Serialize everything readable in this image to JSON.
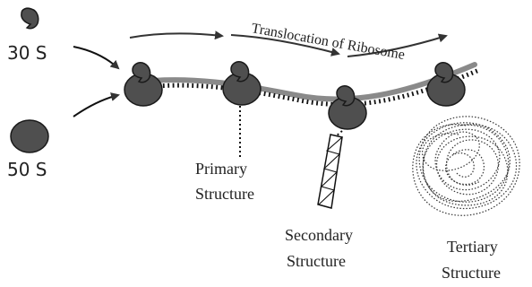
{
  "labels": {
    "small_subunit": "30 S",
    "large_subunit": "50 S",
    "translocation": "Translocation of Ribosome",
    "primary_line1": "Primary",
    "primary_line2": "Structure",
    "secondary_line1": "Secondary",
    "secondary_line2": "Structure",
    "tertiary_line1": "Tertiary",
    "tertiary_line2": "Structure"
  },
  "colors": {
    "ribosome_fill": "#4f4f4f",
    "ribosome_stroke": "#1a1a1a",
    "mrna": "#8a8a8a",
    "text": "#222222",
    "arrow": "#333333"
  }
}
